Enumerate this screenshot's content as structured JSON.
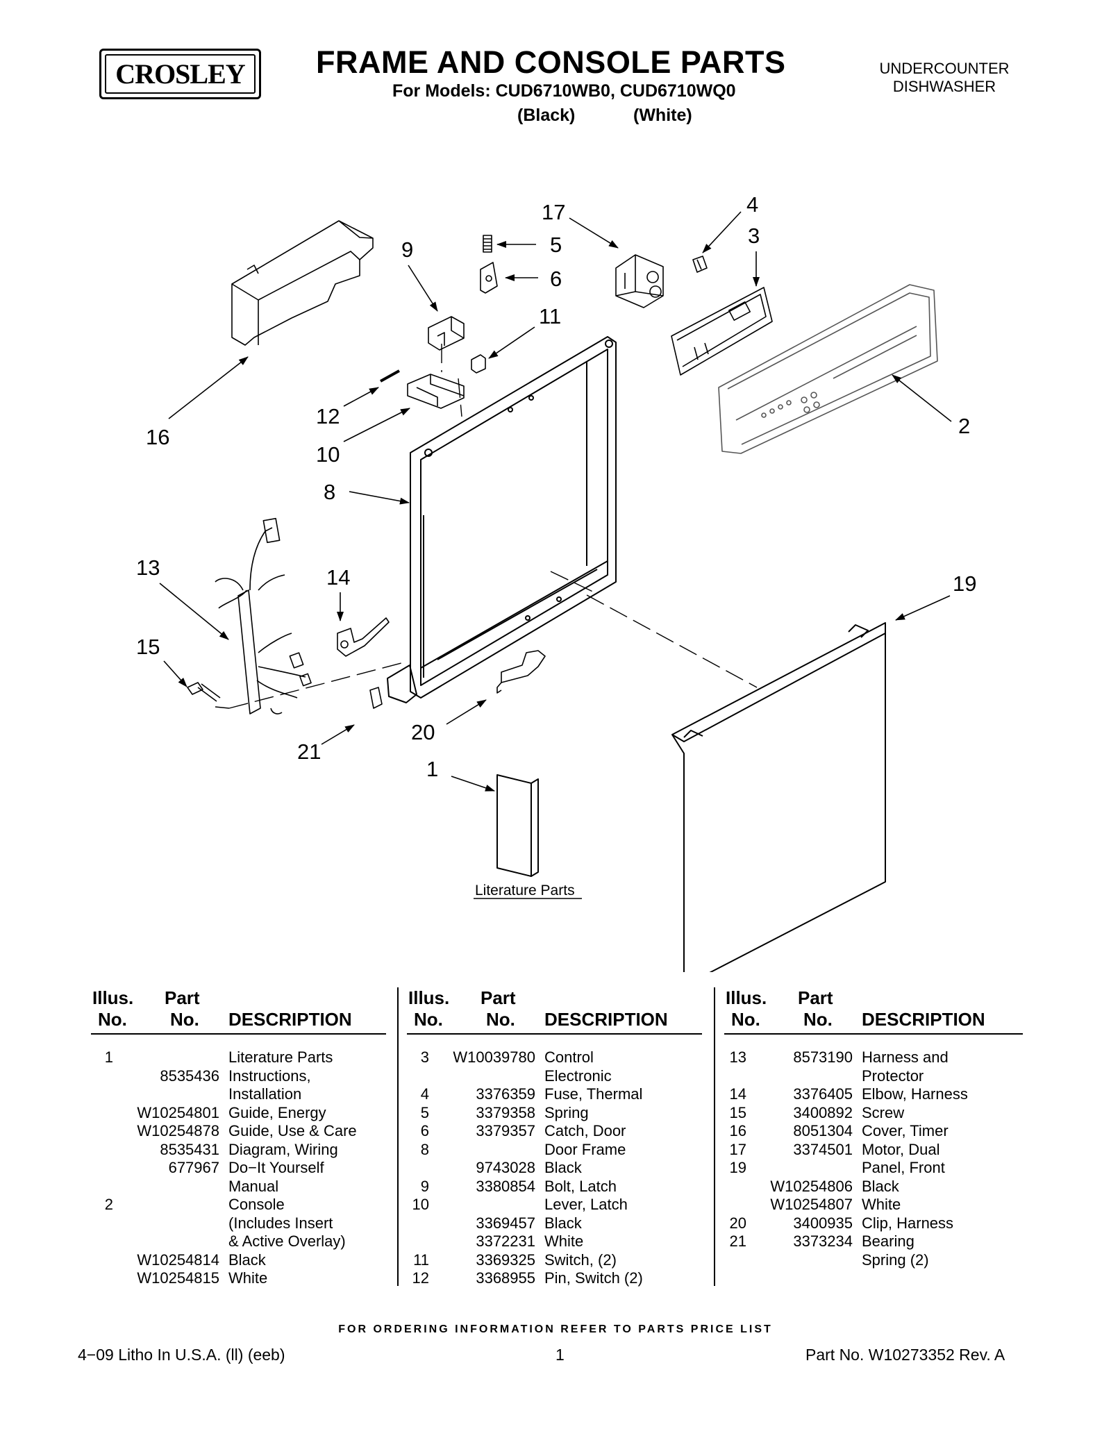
{
  "header": {
    "brand": "CROSLEY",
    "title": "FRAME AND CONSOLE PARTS",
    "subtitle": "For Models: CUD6710WB0, CUD6710WQ0",
    "variant_black": "(Black)",
    "variant_white": "(White)",
    "product_line1": "UNDERCOUNTER",
    "product_line2": "DISHWASHER"
  },
  "diagram": {
    "callouts": [
      "17",
      "4",
      "3",
      "9",
      "5",
      "6",
      "11",
      "12",
      "16",
      "10",
      "2",
      "8",
      "13",
      "14",
      "19",
      "15",
      "21",
      "20",
      "1"
    ],
    "literature_label": "Literature Parts"
  },
  "table": {
    "headers": {
      "illus_1": "Illus.",
      "illus_2": "No.",
      "part_1": "Part",
      "part_2": "No.",
      "description": "DESCRIPTION"
    },
    "columns": [
      {
        "rows": [
          {
            "illus": "1",
            "part": "",
            "desc": "Literature Parts"
          },
          {
            "illus": "",
            "part": "8535436",
            "desc": "Instructions,"
          },
          {
            "illus": "",
            "part": "",
            "desc": "Installation"
          },
          {
            "illus": "",
            "part": "W10254801",
            "desc": "Guide, Energy"
          },
          {
            "illus": "",
            "part": "W10254878",
            "desc": "Guide, Use & Care"
          },
          {
            "illus": "",
            "part": "8535431",
            "desc": "Diagram, Wiring"
          },
          {
            "illus": "",
            "part": "677967",
            "desc": "Do−It Yourself"
          },
          {
            "illus": "",
            "part": "",
            "desc": "Manual"
          },
          {
            "illus": "2",
            "part": "",
            "desc": "Console"
          },
          {
            "illus": "",
            "part": "",
            "desc": "(Includes Insert"
          },
          {
            "illus": "",
            "part": "",
            "desc": "& Active Overlay)"
          },
          {
            "illus": "",
            "part": "W10254814",
            "desc": "Black"
          },
          {
            "illus": "",
            "part": "W10254815",
            "desc": "White"
          }
        ]
      },
      {
        "rows": [
          {
            "illus": "3",
            "part": "W10039780",
            "desc": "Control"
          },
          {
            "illus": "",
            "part": "",
            "desc": "Electronic"
          },
          {
            "illus": "4",
            "part": "3376359",
            "desc": "Fuse, Thermal"
          },
          {
            "illus": "5",
            "part": "3379358",
            "desc": "Spring"
          },
          {
            "illus": "6",
            "part": "3379357",
            "desc": "Catch, Door"
          },
          {
            "illus": "8",
            "part": "",
            "desc": "Door Frame"
          },
          {
            "illus": "",
            "part": "9743028",
            "desc": "Black"
          },
          {
            "illus": "9",
            "part": "3380854",
            "desc": "Bolt, Latch"
          },
          {
            "illus": "10",
            "part": "",
            "desc": "Lever, Latch"
          },
          {
            "illus": "",
            "part": "3369457",
            "desc": "Black"
          },
          {
            "illus": "",
            "part": "3372231",
            "desc": "White"
          },
          {
            "illus": "11",
            "part": "3369325",
            "desc": "Switch, (2)"
          },
          {
            "illus": "12",
            "part": "3368955",
            "desc": "Pin, Switch (2)"
          }
        ]
      },
      {
        "rows": [
          {
            "illus": "13",
            "part": "8573190",
            "desc": "Harness and"
          },
          {
            "illus": "",
            "part": "",
            "desc": "Protector"
          },
          {
            "illus": "14",
            "part": "3376405",
            "desc": "Elbow, Harness"
          },
          {
            "illus": "15",
            "part": "3400892",
            "desc": "Screw"
          },
          {
            "illus": "16",
            "part": "8051304",
            "desc": "Cover, Timer"
          },
          {
            "illus": "17",
            "part": "3374501",
            "desc": "Motor, Dual"
          },
          {
            "illus": "19",
            "part": "",
            "desc": "Panel, Front"
          },
          {
            "illus": "",
            "part": "W10254806",
            "desc": "Black"
          },
          {
            "illus": "",
            "part": "W10254807",
            "desc": "White"
          },
          {
            "illus": "20",
            "part": "3400935",
            "desc": "Clip, Harness"
          },
          {
            "illus": "21",
            "part": "3373234",
            "desc": "Bearing"
          },
          {
            "illus": "",
            "part": "",
            "desc": "Spring (2)"
          }
        ]
      }
    ]
  },
  "footer": {
    "ordering_note": "FOR ORDERING INFORMATION REFER TO PARTS PRICE LIST",
    "litho": "4−09 Litho In U.S.A. (ll) (eeb)",
    "page_number": "1",
    "part_number": "Part No. W10273352 Rev. A"
  }
}
